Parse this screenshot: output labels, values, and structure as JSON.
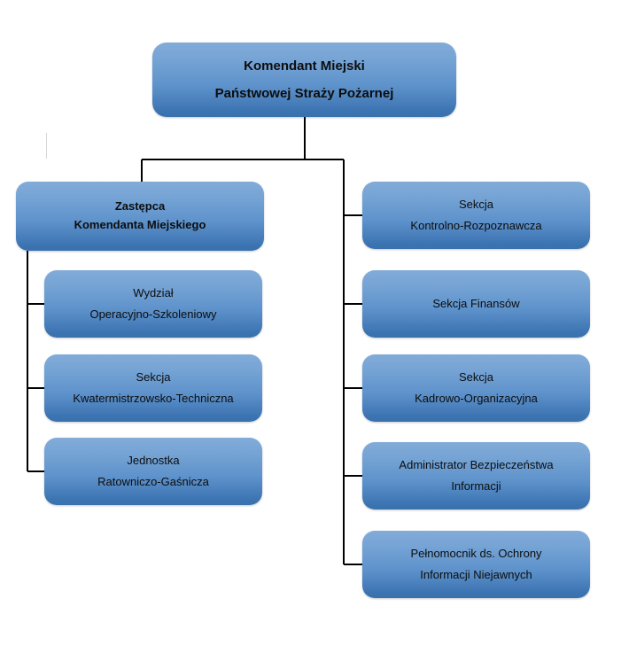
{
  "diagram": {
    "title_text": "Komendant Miejski\nPaństwowej Straży Pożarnej",
    "background_color": "#ffffff",
    "node_gradient_top": "#82ABD8",
    "node_gradient_bottom": "#3970AE",
    "connector_color": "#000000",
    "text_color": "#0d0d0d",
    "root": {
      "label": "Komendant Miejski\nPaństwowej Straży Pożarnej"
    },
    "deputy": {
      "label": "Zastępca\nKomendanta Miejskiego"
    },
    "left_children": [
      {
        "label": "Wydział\nOperacyjno-Szkoleniowy"
      },
      {
        "label": "Sekcja\nKwatermistrzowsko-Techniczna"
      },
      {
        "label": "Jednostka\nRatowniczo-Gaśnicza"
      }
    ],
    "right_children": [
      {
        "label": "Sekcja\nKontrolno-Rozpoznawcza"
      },
      {
        "label": "Sekcja Finansów"
      },
      {
        "label": "Sekcja\nKadrowo-Organizacyjna"
      },
      {
        "label": "Administrator Bezpieczeństwa\nInformacji"
      },
      {
        "label": "Pełnomocnik ds. Ochrony\nInformacji Niejawnych"
      }
    ]
  }
}
